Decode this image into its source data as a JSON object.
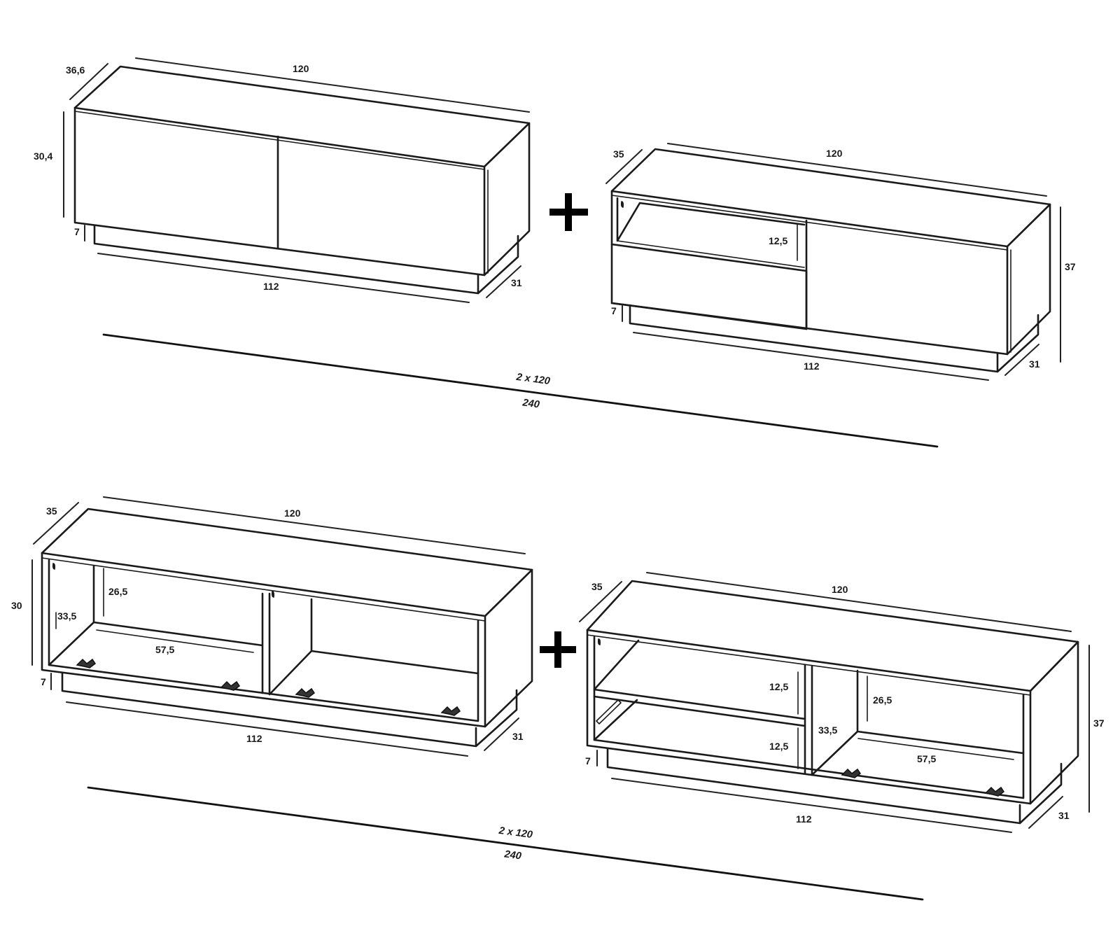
{
  "top_row": {
    "left_cabinet": {
      "depth": "36,6",
      "width": "120",
      "height": "30,4",
      "plinth_height": "7",
      "plinth_width": "112",
      "plinth_depth": "31"
    },
    "plus": "+",
    "right_cabinet": {
      "depth": "35",
      "width": "120",
      "height": "37",
      "shelf_height": "12,5",
      "plinth_height": "7",
      "plinth_width": "112",
      "plinth_depth": "31"
    },
    "total_formula": "2 x 120",
    "total_width": "240"
  },
  "bottom_row": {
    "left_cabinet": {
      "depth": "35",
      "width": "120",
      "height": "30",
      "inner_height": "26,5",
      "inner_depth": "33,5",
      "inner_width": "57,5",
      "plinth_height": "7",
      "plinth_width": "112",
      "plinth_depth": "31"
    },
    "plus": "+",
    "right_cabinet": {
      "depth": "35",
      "width": "120",
      "height": "37",
      "shelf_height_top": "12,5",
      "shelf_height_bottom": "12,5",
      "inner_height": "26,5",
      "inner_depth": "33,5",
      "inner_width": "57,5",
      "plinth_height": "7",
      "plinth_width": "112",
      "plinth_depth": "31"
    },
    "total_formula": "2 x 120",
    "total_width": "240"
  }
}
